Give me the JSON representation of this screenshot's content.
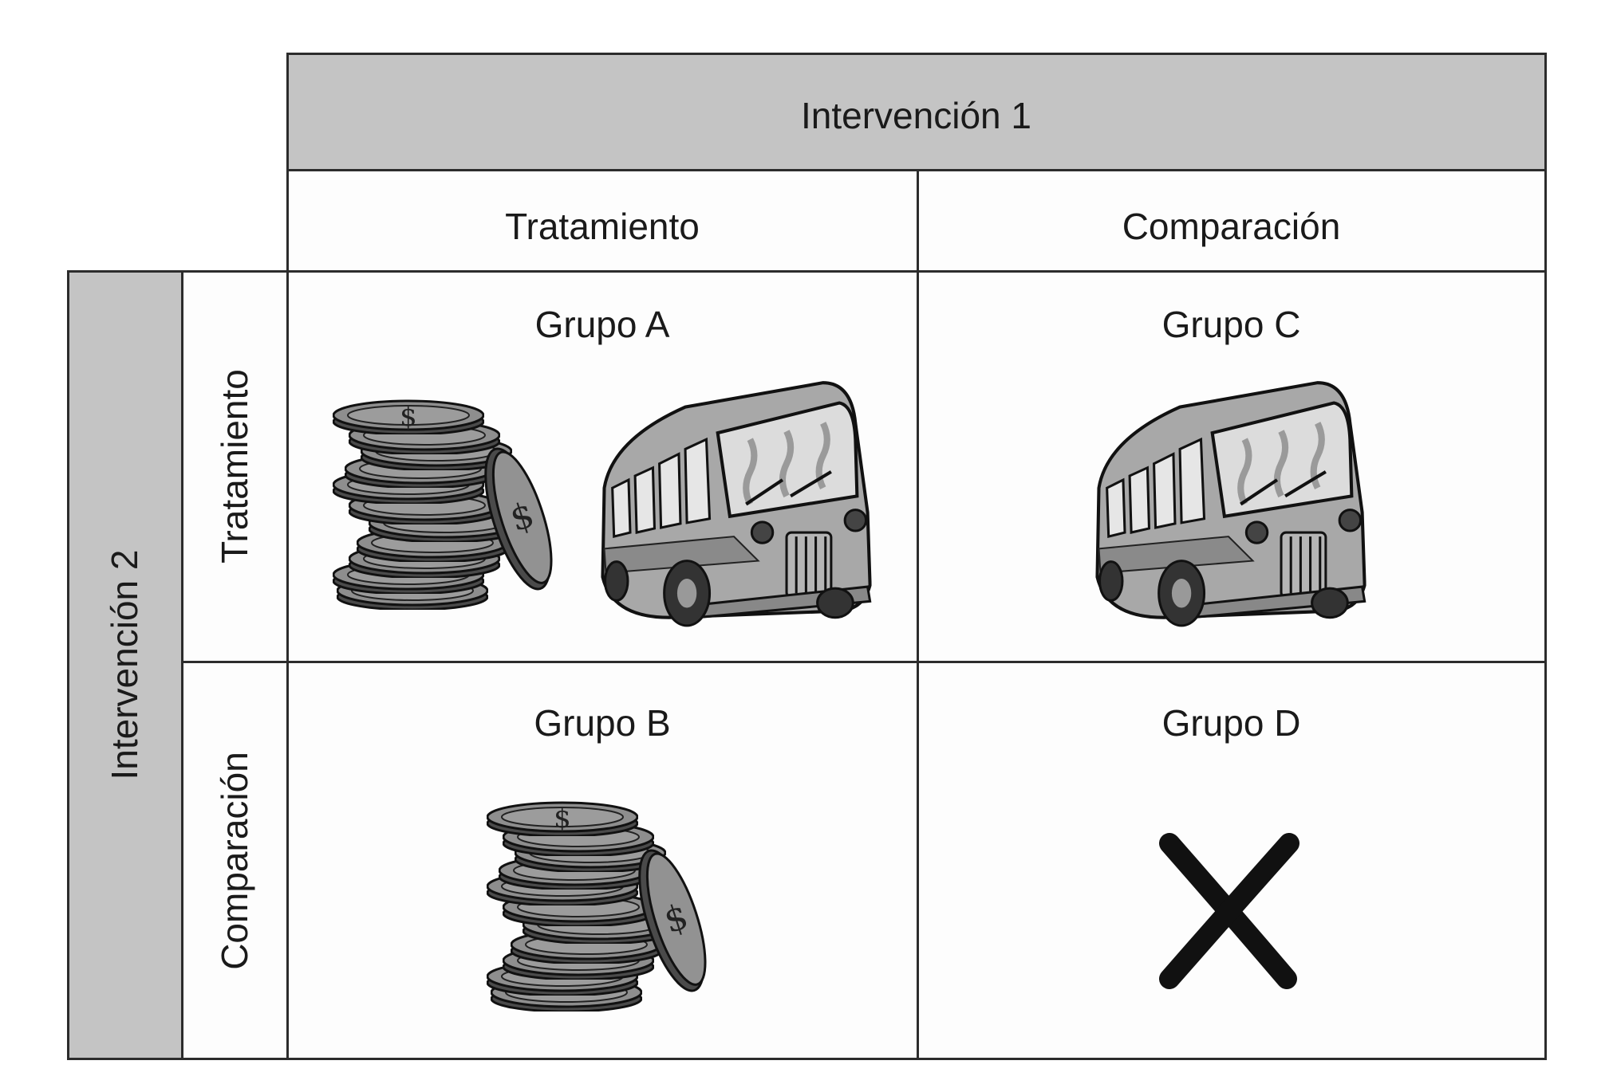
{
  "header": {
    "top_title": "Intervención 1",
    "side_title": "Intervención 2"
  },
  "columns": [
    "Tratamiento",
    "Comparación"
  ],
  "rows": [
    "Tratamiento",
    "Comparación"
  ],
  "groups": [
    {
      "label": "Grupo A",
      "icons": [
        "coins-icon",
        "bus-icon"
      ]
    },
    {
      "label": "Grupo C",
      "icons": [
        "bus-icon"
      ]
    },
    {
      "label": "Grupo B",
      "icons": [
        "coins-icon"
      ]
    },
    {
      "label": "Grupo D",
      "icons": [
        "x-icon"
      ]
    }
  ]
}
